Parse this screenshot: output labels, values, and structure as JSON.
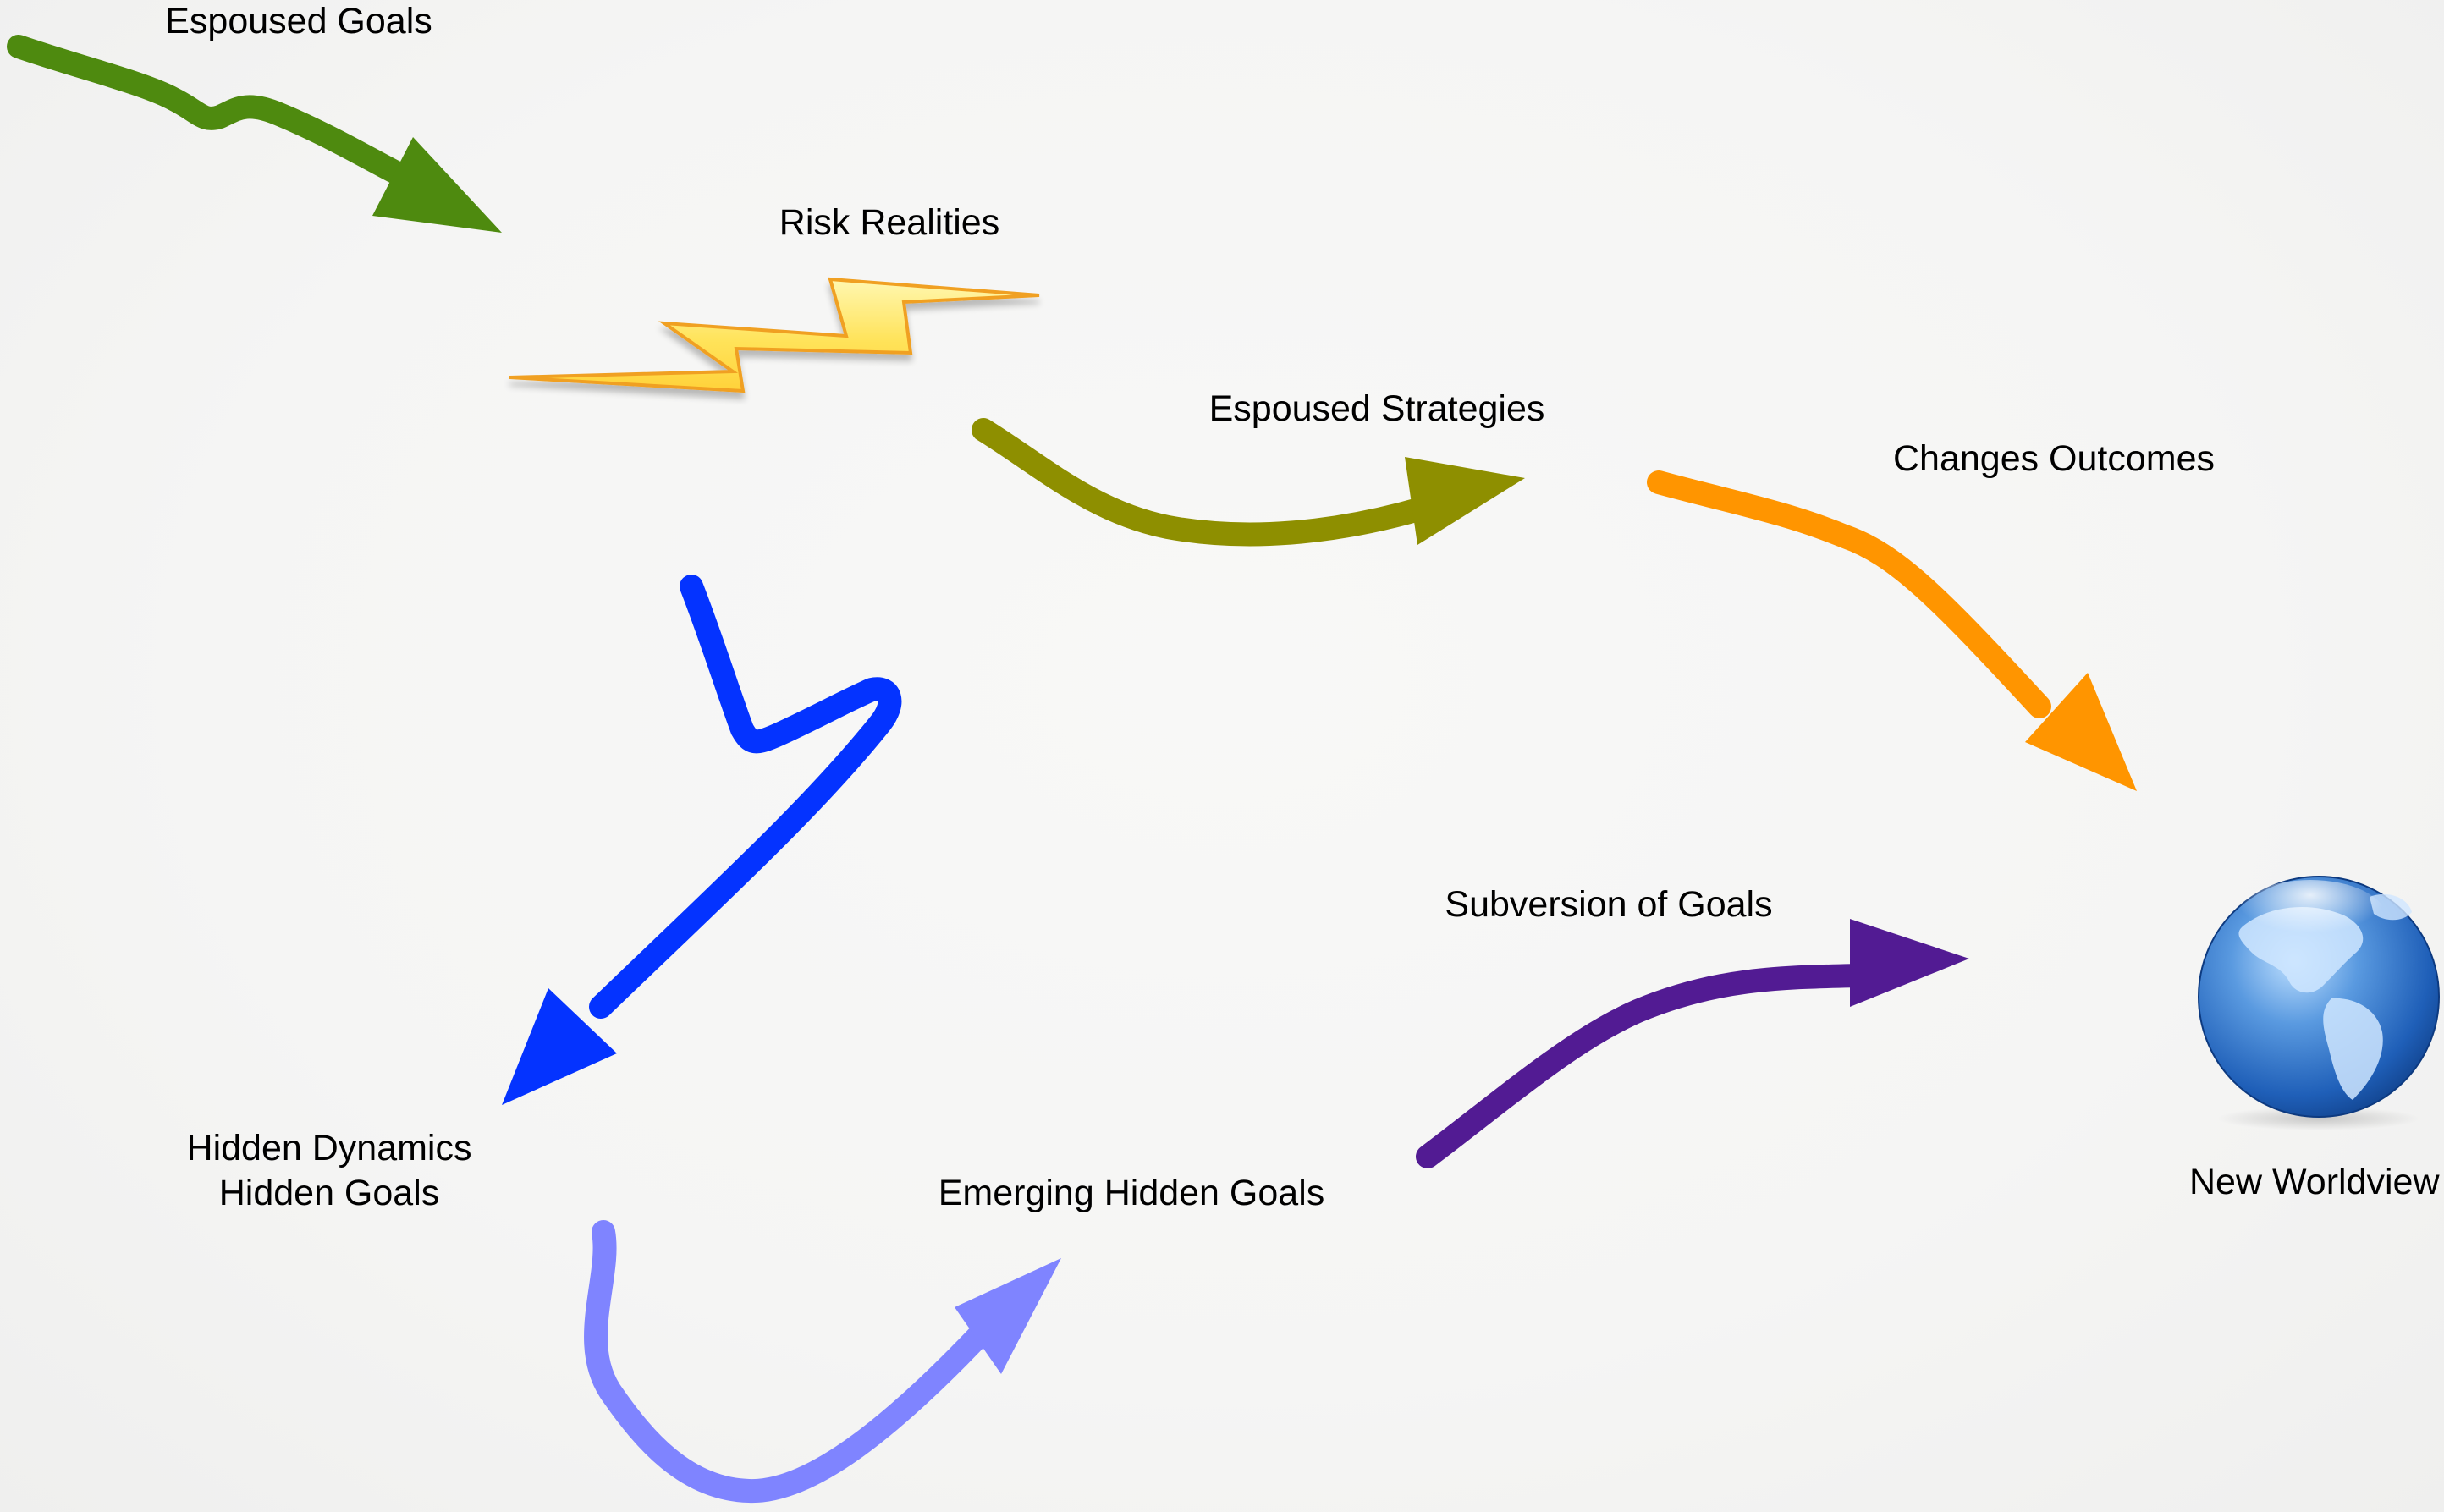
{
  "labels": {
    "espoused_goals": "Espoused Goals",
    "risk_realities": "Risk Realities",
    "espoused_strategies": "Espoused Strategies",
    "changes_outcomes": "Changes Outcomes",
    "hidden_dynamics": "Hidden Dynamics",
    "hidden_goals": "Hidden Goals",
    "emerging_hidden_goals": "Emerging Hidden Goals",
    "subversion_of_goals": "Subversion of Goals",
    "new_worldview": "New Worldview"
  },
  "arrows": [
    {
      "id": "espoused-goals-arrow",
      "color": "#4e8a0f"
    },
    {
      "id": "espoused-strategies-arrow",
      "color": "#8e8f00"
    },
    {
      "id": "changes-outcomes-arrow",
      "color": "#ff9500"
    },
    {
      "id": "hidden-dynamics-arrow",
      "color": "#0433ff"
    },
    {
      "id": "emerging-hidden-goals-arrow",
      "color": "#7f84ff"
    },
    {
      "id": "subversion-of-goals-arrow",
      "color": "#521b93"
    }
  ],
  "icons": {
    "risk": "lightning-bolt-icon",
    "worldview": "globe-icon"
  },
  "colors": {
    "lightning_fill": "#ffe873",
    "lightning_stroke": "#f0a020",
    "globe_blue": "#1d5fb4"
  }
}
